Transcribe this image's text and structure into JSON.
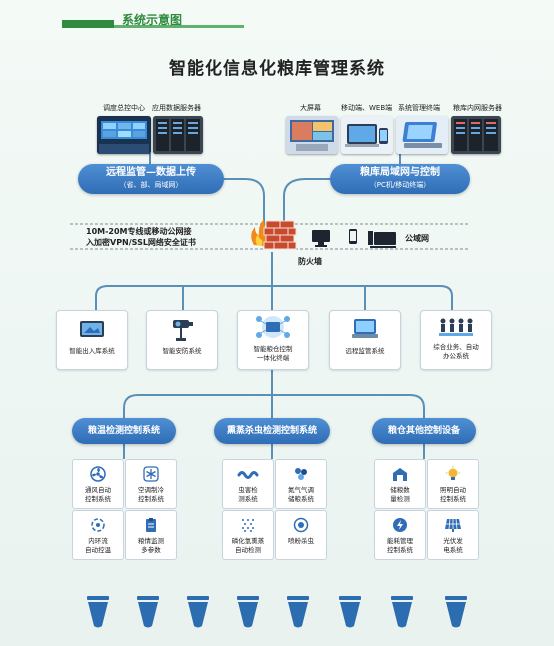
{
  "header": {
    "section_label": "系统示意图",
    "title": "智能化信息化粮库管理系统"
  },
  "top_left": {
    "items": [
      {
        "label": "调度总控中心",
        "icon": "control-center-screen"
      },
      {
        "label": "应用数据服务器",
        "icon": "server-rack"
      }
    ],
    "pill_title": "远程监管—数据上传",
    "pill_sub": "（省、部、局域网）"
  },
  "top_right": {
    "items": [
      {
        "label": "大屏幕",
        "icon": "big-screen"
      },
      {
        "label": "移动端、WEB端",
        "icon": "mobile-web"
      },
      {
        "label": "系统管理终端",
        "icon": "management-terminal"
      },
      {
        "label": "粮库内网服务器",
        "icon": "server-rack"
      }
    ],
    "pill_title": "粮库局域网与控制",
    "pill_sub": "（PC机/移动终端）"
  },
  "network": {
    "line1": "10M-20M专线或移动公网接",
    "line2": "入加密VPN/SSL网络安全证书",
    "firewall_label": "防火墙",
    "public_label": "公域网"
  },
  "systems": [
    {
      "label": "智能出入库系统",
      "icon": "truck-entry-icon"
    },
    {
      "label": "智能安防系统",
      "icon": "security-camera-icon"
    },
    {
      "label": "智能粮仓控制\n一体化终端",
      "icon": "integrated-terminal-icon"
    },
    {
      "label": "远程监管系统",
      "icon": "remote-monitor-icon"
    },
    {
      "label": "综合业务、自动\n办公系统",
      "icon": "office-people-icon"
    }
  ],
  "categories": [
    {
      "label": "粮温检测控制系统",
      "items": [
        {
          "label": "通风自动\n控制系统",
          "icon": "fan-icon"
        },
        {
          "label": "空调制冷\n控制系统",
          "icon": "snowflake-icon"
        },
        {
          "label": "内环流\n自动控温",
          "icon": "circulation-icon"
        },
        {
          "label": "粮情监测\n多参数",
          "icon": "clipboard-icon"
        }
      ]
    },
    {
      "label": "熏蒸杀虫检测控制系统",
      "items": [
        {
          "label": "虫害检\n测系统",
          "icon": "worm-icon"
        },
        {
          "label": "氮气气调\n储粮系统",
          "icon": "nitrogen-icon"
        },
        {
          "label": "磷化氢熏蒸\n自动检测",
          "icon": "fumigation-icon"
        },
        {
          "label": "喷粉杀虫",
          "icon": "spray-icon"
        }
      ]
    },
    {
      "label": "粮仓其他控制设备",
      "items": [
        {
          "label": "储粮数\n量检测",
          "icon": "warehouse-icon"
        },
        {
          "label": "照明自动\n控制系统",
          "icon": "lightbulb-icon"
        },
        {
          "label": "能耗管理\n控制系统",
          "icon": "energy-icon"
        },
        {
          "label": "光伏发\n电系统",
          "icon": "solar-panel-icon"
        }
      ]
    }
  ],
  "silos": {
    "count": 8,
    "icon": "grain-silo-icon"
  },
  "colors": {
    "brand_green": "#2e8b3e",
    "pill_blue": "#2f6db6",
    "line_blue": "#5a8fb8",
    "silo_blue": "#2b6db0"
  }
}
